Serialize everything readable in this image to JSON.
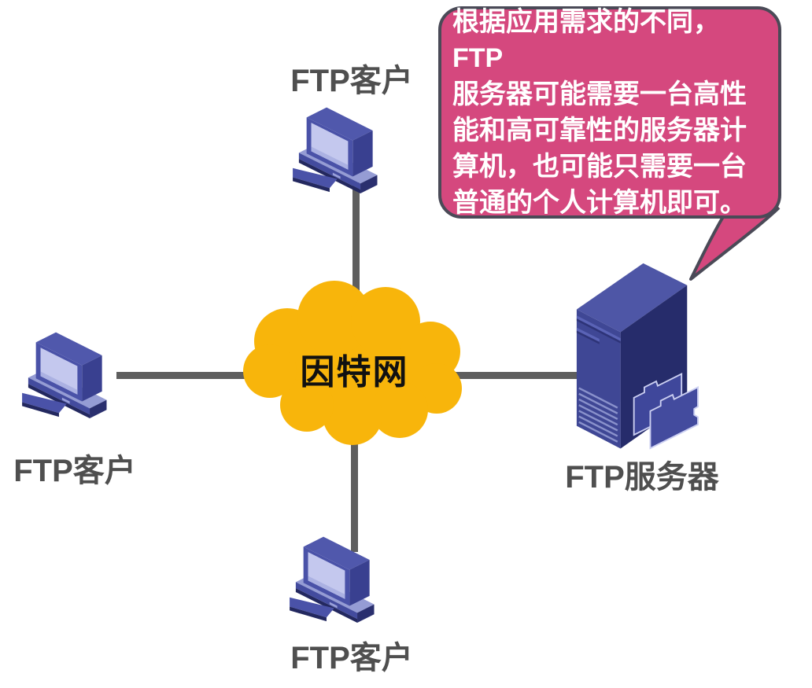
{
  "callout": {
    "text": "根据应用需求的不同，FTP\n服务器可能需要一台高性\n能和高可靠性的服务器计\n算机，也可能只需要一台\n普通的个人计算机即可。",
    "bg_color": "#D5487E",
    "border_color": "#4A4A57",
    "text_color": "#FFFFFF"
  },
  "cloud": {
    "label": "因特网",
    "fill_color": "#F8B50B",
    "label_color": "#111111"
  },
  "nodes": {
    "client_top": {
      "label": "FTP客户",
      "icon": "desktop-computer-icon"
    },
    "client_left": {
      "label": "FTP客户",
      "icon": "desktop-computer-icon"
    },
    "client_bottom": {
      "label": "FTP客户",
      "icon": "desktop-computer-icon"
    },
    "server": {
      "label": "FTP服务器",
      "icon": "server-tower-icon"
    }
  },
  "links": {
    "color": "#5E5E5E",
    "count": 4
  },
  "label_color": "#4F4F4F"
}
